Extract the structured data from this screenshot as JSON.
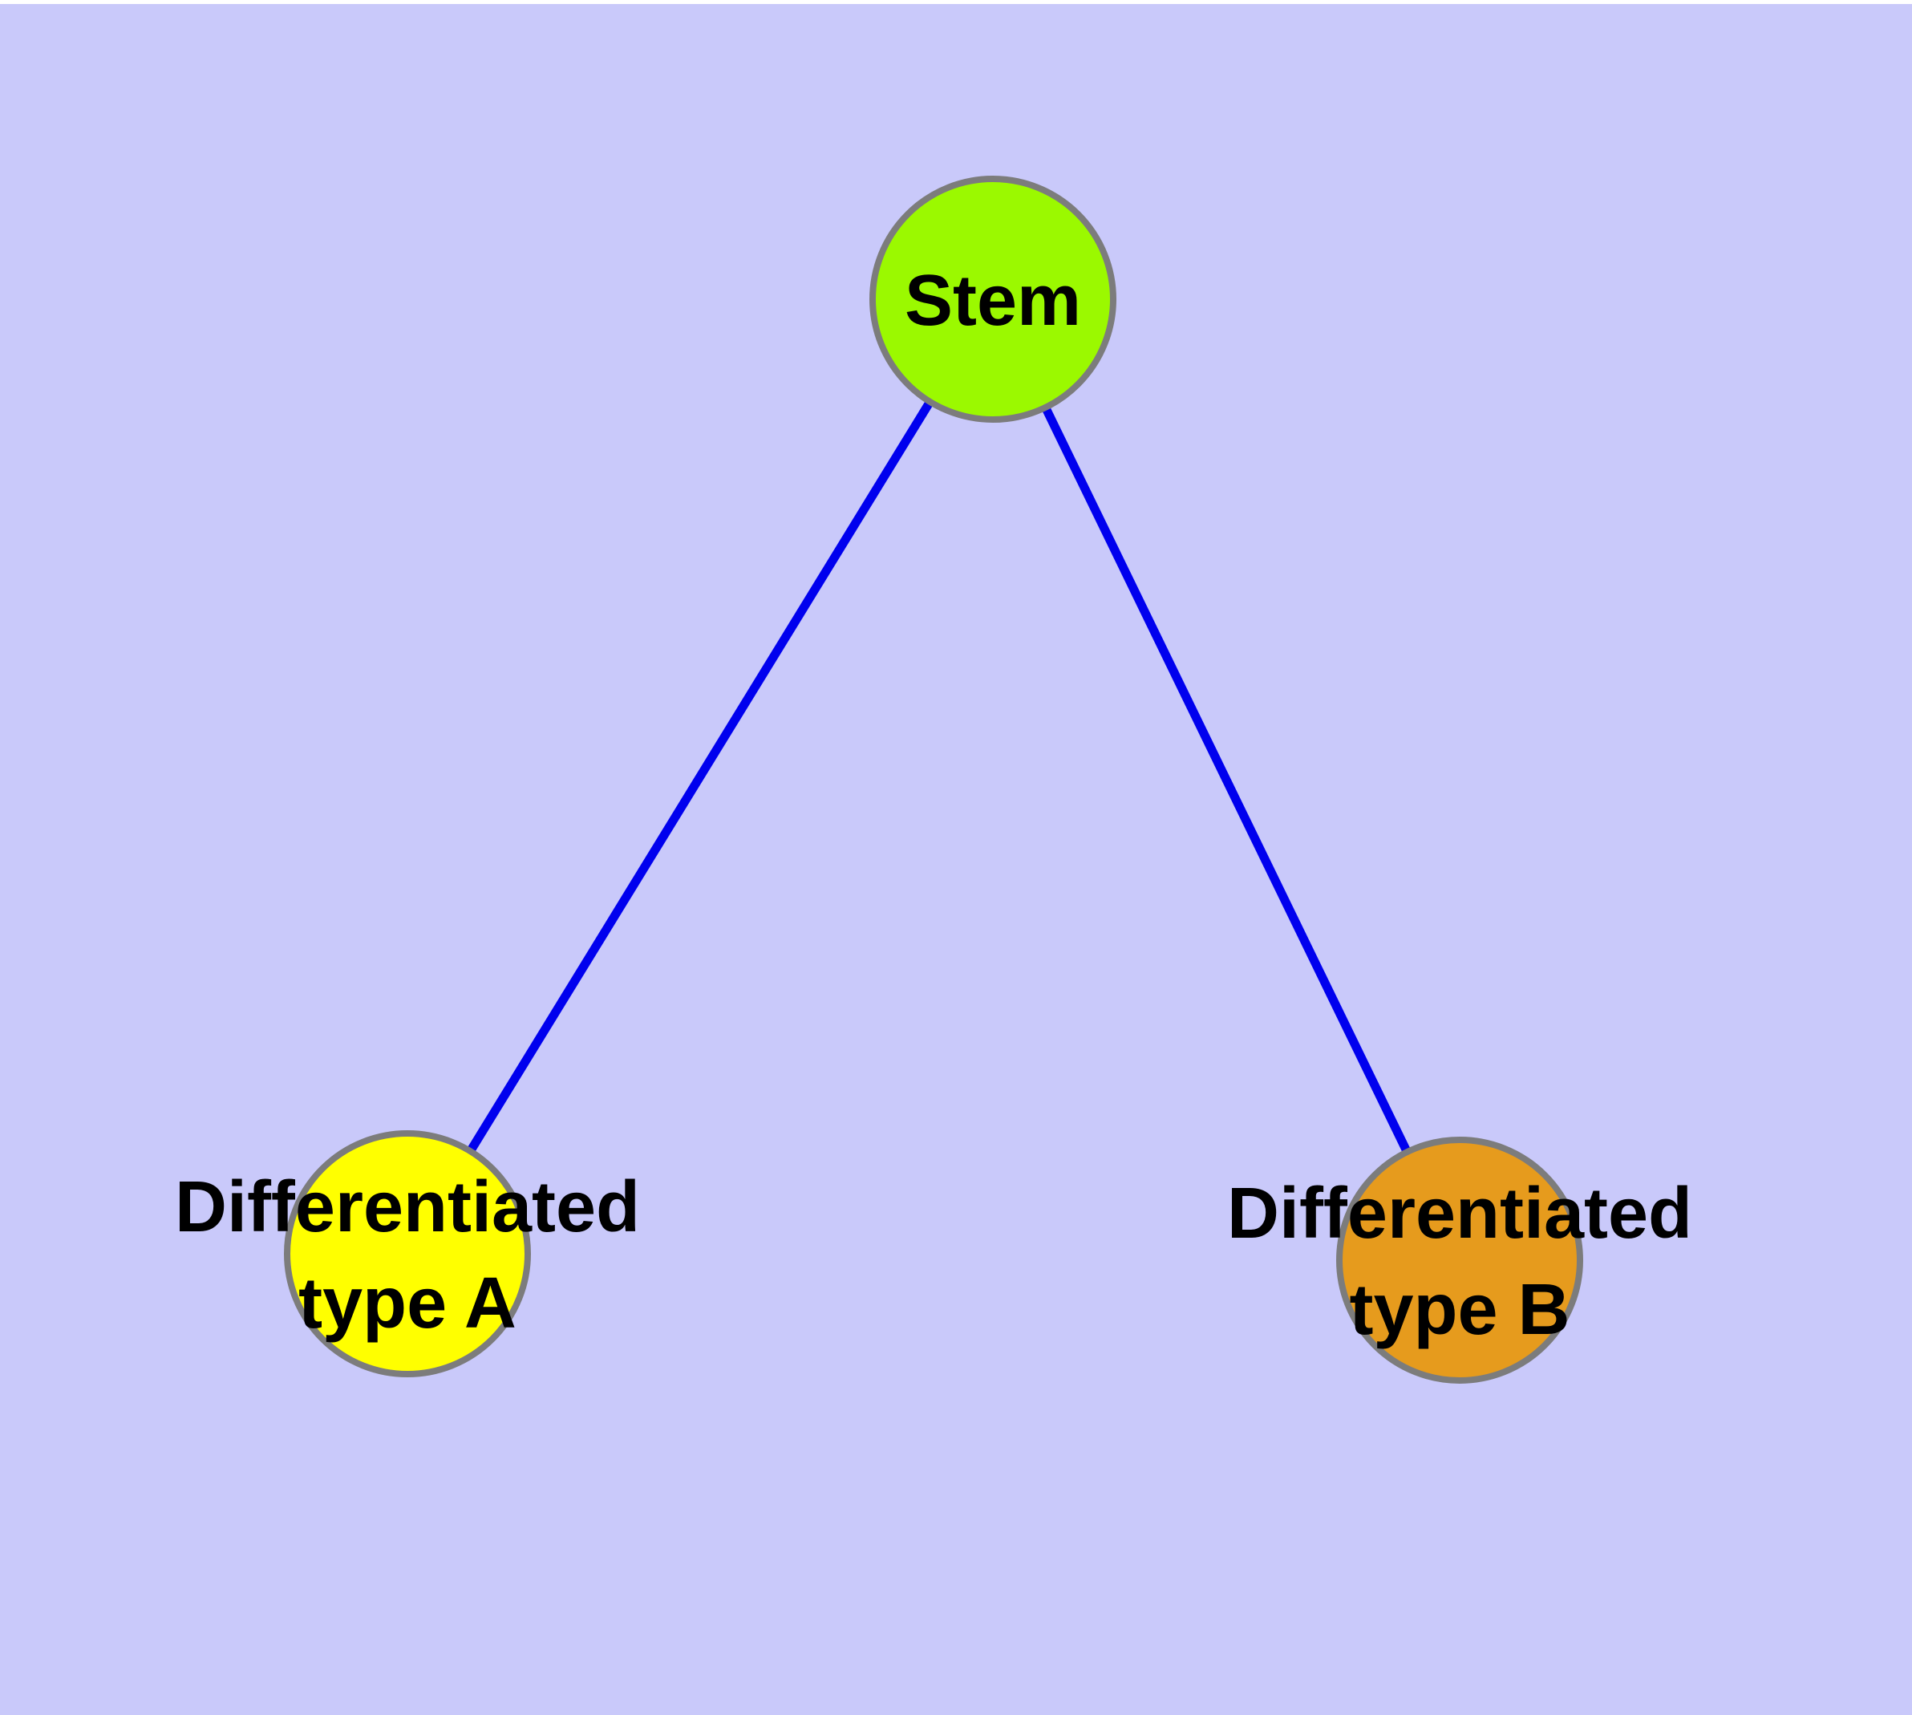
{
  "canvas": {
    "background": "#C9C9FA",
    "top_margin_color": "#FFFFFF"
  },
  "graph": {
    "type": "node-link-diagram",
    "nodes": [
      {
        "id": "stem",
        "label": "Stem",
        "fill": "#9BF900",
        "stroke": "#7C7C7C",
        "text_color": "#000000"
      },
      {
        "id": "differentiated-type-a",
        "label": "Differentiated type A",
        "label_line1": "Differentiated",
        "label_line2": "type A",
        "fill": "#FFFF00",
        "stroke": "#7C7C7C",
        "text_color": "#000000"
      },
      {
        "id": "differentiated-type-b",
        "label": "Differentiated type B",
        "label_line1": "Differentiated",
        "label_line2": "type B",
        "fill": "#E69B1D",
        "stroke": "#7C7C7C",
        "text_color": "#000000"
      }
    ],
    "edges": [
      {
        "from": "stem",
        "to": "differentiated-type-a",
        "color": "#0000EE"
      },
      {
        "from": "stem",
        "to": "differentiated-type-b",
        "color": "#0000EE"
      }
    ]
  }
}
